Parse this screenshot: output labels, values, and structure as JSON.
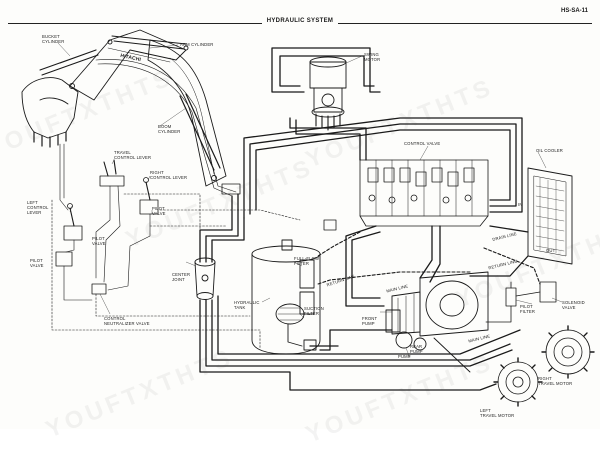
{
  "header": {
    "title": "HYDRAULIC SYSTEM",
    "page_id": "HS-SA-11"
  },
  "labels": {
    "bucket_cylinder": "BUCKET\nCYLINDER",
    "arm_cylinder": "ARM CYLINDER",
    "brand": "HITACHI",
    "boom_cylinder": "BOOM\nCYLINDER",
    "swing_motor": "SWING\nMOTOR",
    "control_valve": "CONTROL VALVE",
    "oil_cooler": "OIL COOLER",
    "travel_control_lever": "TRAVEL\nCONTROL LEVER",
    "right_control_lever": "RIGHT\nCONTROL LEVER",
    "left_control_lever": "LEFT\nCONTROL\nLEVER",
    "pilot_valve_right": "PILOT\nVALVE",
    "pilot_valve_mid": "PILOT\nVALVE",
    "pilot_valve_left": "PILOT\nVALVE",
    "center_joint": "CENTER\nJOINT",
    "full_flow_filter": "FULL-FLOW\nFILTER",
    "hydraulic_tank": "HYDRAULIC\nTANK",
    "suction_filter": "SUCTION\nFILTER",
    "control_neutralizer_valve": "CONTROL\nNEUTRALIZER VALVE",
    "front_pump": "FRONT\nPUMP",
    "rear_pump": "REAR\nPUMP",
    "pump": "PUMP",
    "pilot_filter": "PILOT\nFILTER",
    "solenoid_valve": "SOLENOID\nVALVE",
    "right_travel_motor": "RIGHT\nTRAVEL MOTOR",
    "left_travel_motor": "LEFT\nTRAVEL MOTOR",
    "return_line": "RETURN LINE",
    "return_line_2": "RETURN LINE",
    "main_line": "MAIN LINE",
    "main_line_2": "MAIN LINE",
    "drain_line": "DRAIN LINE",
    "out": "OUT",
    "in": "IN"
  },
  "watermark": "YOUFTXTHTS"
}
